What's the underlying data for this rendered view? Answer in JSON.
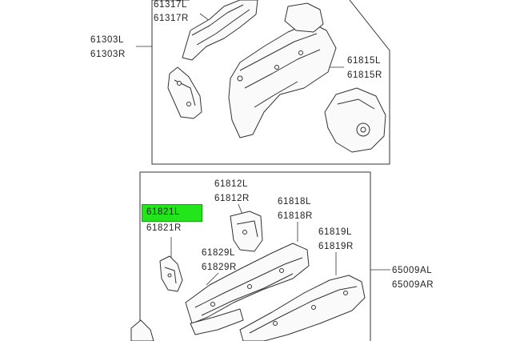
{
  "colors": {
    "highlight": "#22e51a",
    "line": "#333333",
    "text": "#222222"
  },
  "top_group": {
    "labels": {
      "p61317l": "61317L",
      "p61317r": "61317R",
      "p61303l": "61303L",
      "p61303r": "61303R",
      "p61815l": "61815L",
      "p61815r": "61815R"
    }
  },
  "bottom_group": {
    "labels": {
      "p61812l": "61812L",
      "p61812r": "61812R",
      "p61818l": "61818L",
      "p61818r": "61818R",
      "p61821l": "61821L",
      "p61821r": "61821R",
      "p61819l": "61819L",
      "p61819r": "61819R",
      "p61829l": "61829L",
      "p61829r": "61829R",
      "p65009al": "65009AL",
      "p65009ar": "65009AR"
    },
    "highlighted_part": "61821L"
  }
}
